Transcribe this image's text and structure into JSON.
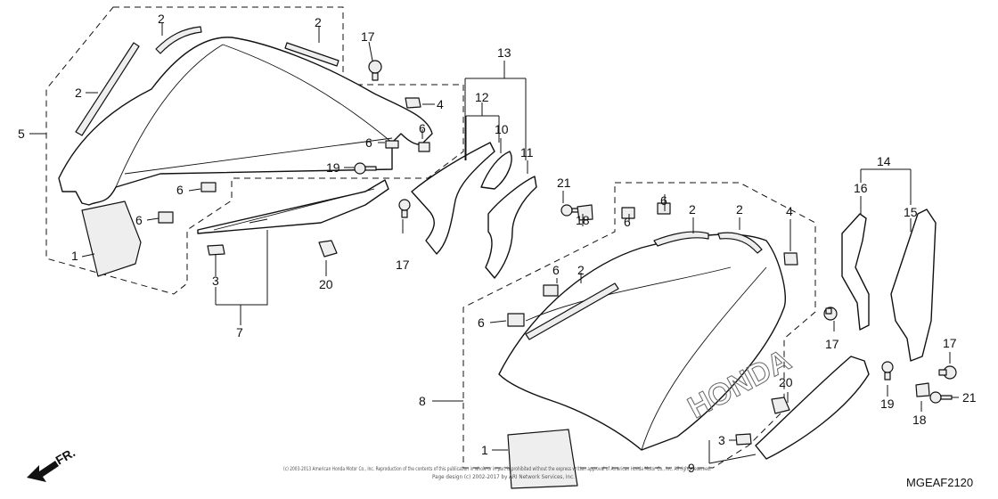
{
  "diagram_code": "MGEAF2120",
  "front_marker": "FR.",
  "copyright": [
    "(c) 2003-2013 American Honda Motor Co., Inc. Reproduction of the contents of this publication in whole or in part is prohibited without the express written approval of American Honda Motor Co., Inc. All rights reserved.",
    "Page design (c) 2002-2017 by ARI Network Services, Inc."
  ],
  "callouts": {
    "c1": "2",
    "c2": "2",
    "c3": "2",
    "c4": "17",
    "c5": "5",
    "c6": "4",
    "c7": "6",
    "c8": "6",
    "c9": "19",
    "c10": "6",
    "c11": "6",
    "c12": "1",
    "c13": "3",
    "c14": "7",
    "c15": "20",
    "c16": "17",
    "c17": "13",
    "c18": "12",
    "c19": "10",
    "c20": "11",
    "c21": "21",
    "c22": "18",
    "c23": "6",
    "c24": "6",
    "c25": "2",
    "c26": "2",
    "c27": "4",
    "c28": "6",
    "c29": "2",
    "c30": "6",
    "c31": "8",
    "c32": "1",
    "c33": "17",
    "c34": "14",
    "c35": "16",
    "c36": "15",
    "c37": "17",
    "c38": "19",
    "c39": "21",
    "c40": "18",
    "c41": "20",
    "c42": "3",
    "c43": "9"
  },
  "logo_text": "HONDA"
}
